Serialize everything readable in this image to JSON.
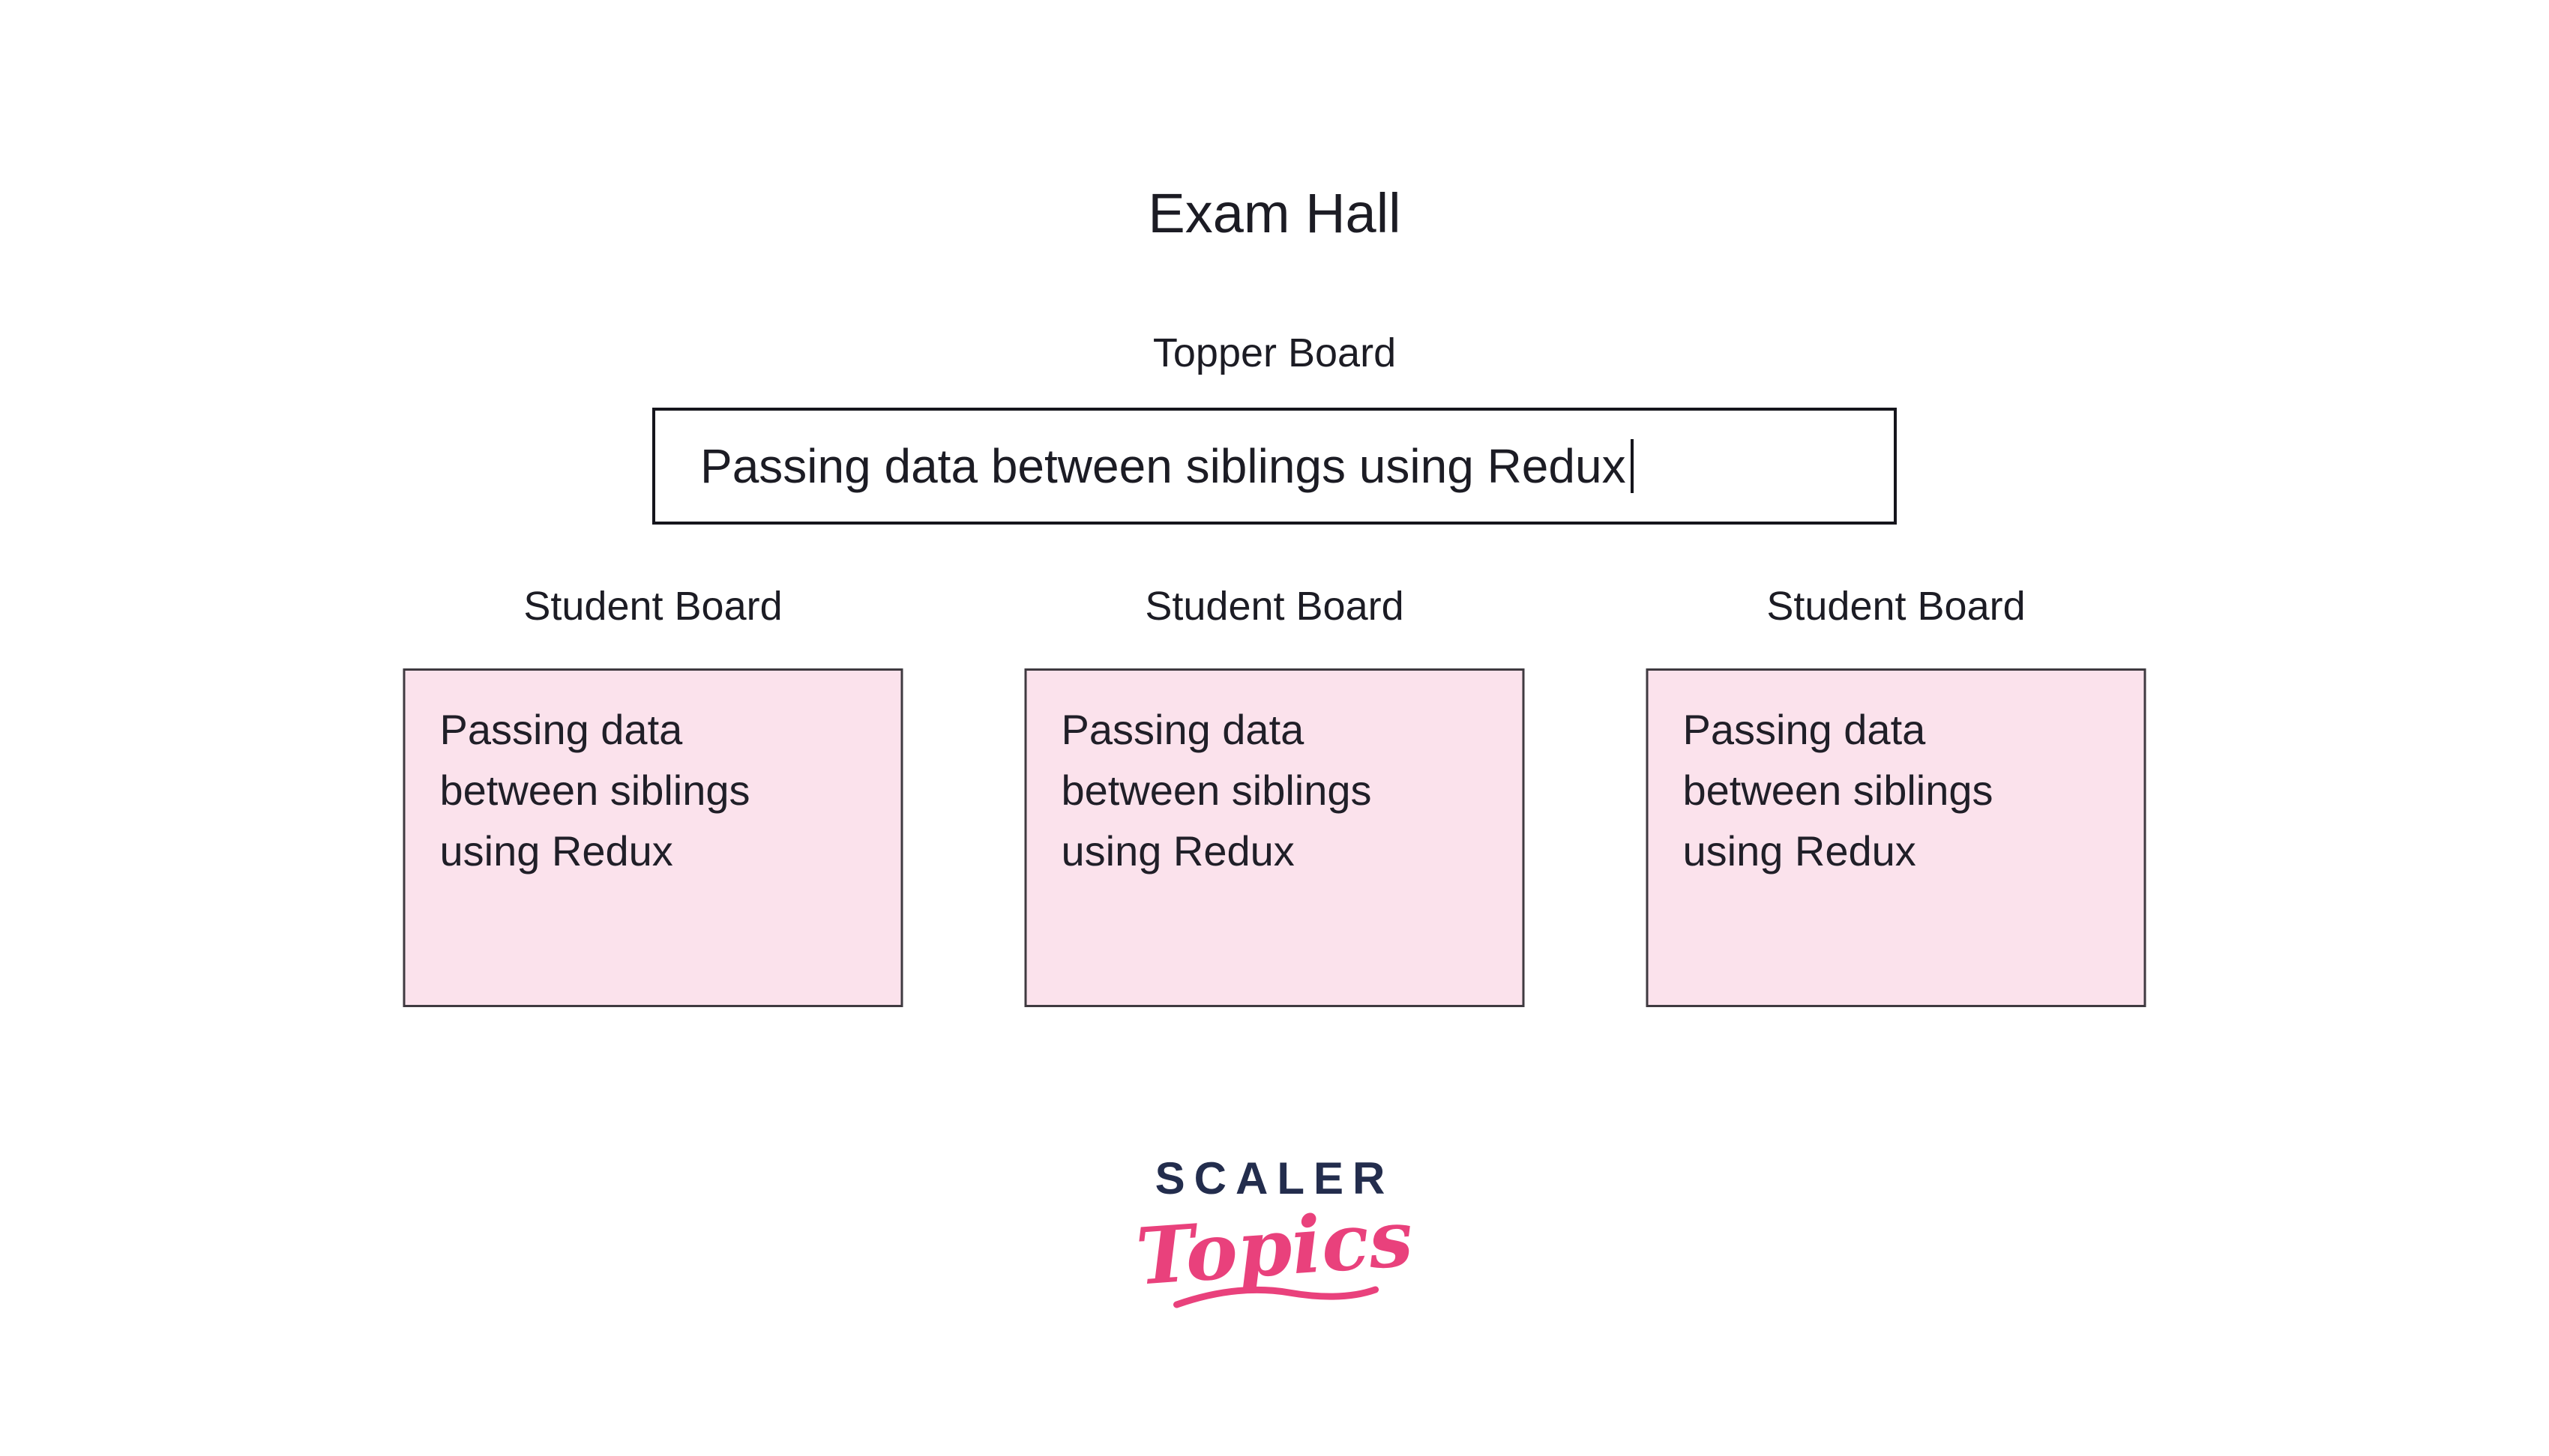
{
  "diagram": {
    "title": "Exam Hall",
    "topper_board": {
      "label": "Topper Board",
      "value": "Passing data between siblings using Redux"
    },
    "student_boards": [
      {
        "label": "Student Board",
        "text": "Passing data between siblings using Redux"
      },
      {
        "label": "Student Board",
        "text": "Passing data between siblings using Redux"
      },
      {
        "label": "Student Board",
        "text": "Passing data between siblings using Redux"
      }
    ],
    "colors": {
      "background": "#ffffff",
      "board_fill": "#fbe2ec",
      "board_border": "#3f3a40",
      "input_border": "#15151c",
      "text": "#1c1c24",
      "logo_navy": "#232d4d",
      "logo_pink": "#e9417c"
    }
  },
  "logo": {
    "scaler": "SCALER",
    "topics": "Topics"
  }
}
